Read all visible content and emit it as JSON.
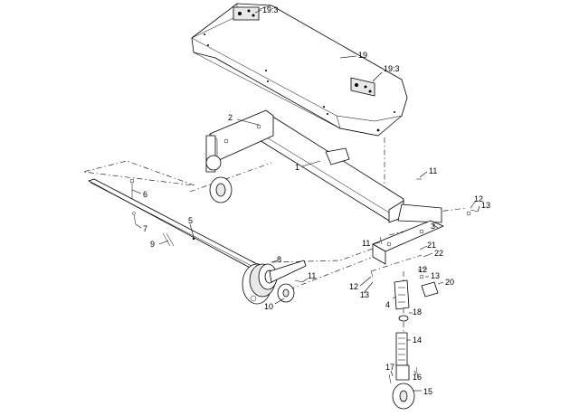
{
  "diagram": {
    "callouts": [
      {
        "id": "c-19-3-top",
        "text": "19:3"
      },
      {
        "id": "c-19",
        "text": "19"
      },
      {
        "id": "c-19-3-right",
        "text": "19:3"
      },
      {
        "id": "c-2",
        "text": "2"
      },
      {
        "id": "c-1",
        "text": "1"
      },
      {
        "id": "c-11-top",
        "text": "11"
      },
      {
        "id": "c-6",
        "text": "6"
      },
      {
        "id": "c-12-right",
        "text": "12"
      },
      {
        "id": "c-13-right",
        "text": "13"
      },
      {
        "id": "c-5",
        "text": "5"
      },
      {
        "id": "c-3",
        "text": "3"
      },
      {
        "id": "c-7",
        "text": "7"
      },
      {
        "id": "c-9",
        "text": "9"
      },
      {
        "id": "c-11-mid",
        "text": "11"
      },
      {
        "id": "c-21",
        "text": "21"
      },
      {
        "id": "c-22",
        "text": "22"
      },
      {
        "id": "c-8",
        "text": "8"
      },
      {
        "id": "c-12-center",
        "text": "12"
      },
      {
        "id": "c-13-center",
        "text": "13"
      },
      {
        "id": "c-11-low",
        "text": "11"
      },
      {
        "id": "c-20",
        "text": "20"
      },
      {
        "id": "c-12-left",
        "text": "12"
      },
      {
        "id": "c-13-left",
        "text": "13"
      },
      {
        "id": "c-4",
        "text": "4"
      },
      {
        "id": "c-10",
        "text": "10"
      },
      {
        "id": "c-18",
        "text": "18"
      },
      {
        "id": "c-14",
        "text": "14"
      },
      {
        "id": "c-17",
        "text": "17"
      },
      {
        "id": "c-16",
        "text": "16"
      },
      {
        "id": "c-15",
        "text": "15"
      }
    ]
  }
}
